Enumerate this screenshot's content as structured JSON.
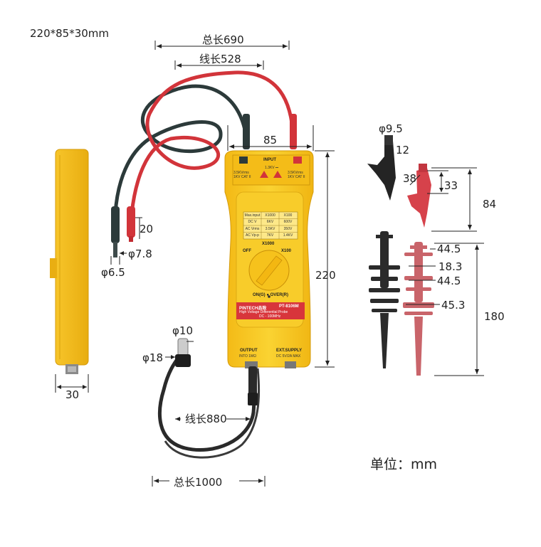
{
  "size_note": "220*85*30mm",
  "unit_label": "单位：mm",
  "dims": {
    "total_len_top": "总长690",
    "wire_len_top": "线长528",
    "width85": "85",
    "h220": "220",
    "pin20": "20",
    "d78": "φ7.8",
    "d65": "φ6.5",
    "side30": "30",
    "d10": "φ10",
    "d18": "φ18",
    "wire_len_bottom": "线长880",
    "total_len_bottom": "总长1000",
    "clip_d95": "φ9.5",
    "clip_12": "12",
    "clip_38": "38",
    "clip_33": "33",
    "clip_84": "84",
    "hook_445a": "44.5",
    "hook_183": "18.3",
    "hook_445b": "44.5",
    "hook_453": "45.3",
    "hook_180": "180"
  },
  "device": {
    "input_label": "INPUT",
    "input_rating": "1.3KV ⎓",
    "left_rating": "3.5KVrms\n1KV CAT II",
    "right_rating": "3.5KVrms\n1KV CAT II",
    "table_rows": [
      [
        "Max.input",
        "X1000",
        "X100"
      ],
      [
        "DC V",
        "6KV",
        "600V"
      ],
      [
        "AC Vrms",
        "3.5KV",
        "350V"
      ],
      [
        "AC Vp-p",
        "7KV",
        "1.4KV"
      ]
    ],
    "x1000_label": "X1000",
    "off_label": "OFF",
    "x100_label": "X100",
    "on_over_label": "ON(G) ● OVER(R)",
    "brand_label": "PINTECH品致",
    "model_label": "PT-8106M",
    "desc_line1": "High Voltage Differential Probe",
    "desc_line2": "DC - 100MHz",
    "output_label": "OUTPUT",
    "output_sub": "INTO 1MΩ",
    "supply_label": "EXT.SUPPLY",
    "supply_sub": "DC 5V/2A MAX"
  },
  "colors": {
    "yellow": "#f6c61c",
    "yellow_dark": "#e2a90d",
    "red": "#d8353b",
    "dark_teal": "#2e3a3a",
    "probe_hook_red": "#c9646a",
    "probe_hook_black": "#2b2b2b"
  }
}
